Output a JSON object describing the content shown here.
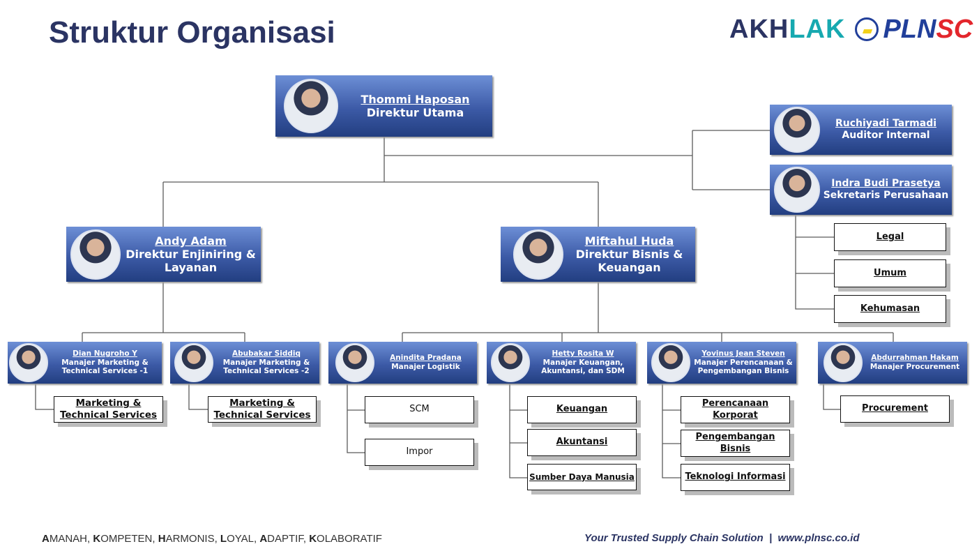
{
  "title": "Struktur Organisasi",
  "logo": {
    "akhlak_a": "AKH",
    "akhlak_b": "LAK",
    "pln": "PLN",
    "sc": "SC"
  },
  "people": {
    "dirut": {
      "name": "Thommi Haposan",
      "role": "Direktur Utama"
    },
    "auditor": {
      "name": "Ruchiyadi Tarmadi",
      "role": "Auditor Internal"
    },
    "sekper": {
      "name": "Indra Budi Prasetya",
      "role": "Sekretaris Perusahaan"
    },
    "dir1": {
      "name": "Andy Adam",
      "role": "Direktur Enjiniring & Layanan"
    },
    "dir2": {
      "name": "Miftahul Huda",
      "role": "Direktur Bisnis & Keuangan"
    },
    "m1": {
      "name": "Dian Nugroho Y",
      "role": "Manajer Marketing & Technical Services -1"
    },
    "m2": {
      "name": "Abubakar Siddiq",
      "role": "Manajer Marketing & Technical Services -2"
    },
    "m3": {
      "name": "Anindita Pradana",
      "role": "Manajer Logistik"
    },
    "m4": {
      "name": "Hetty Rosita W",
      "role": "Manajer Keuangan, Akuntansi, dan SDM"
    },
    "m5": {
      "name": "Yovinus Jean Steven",
      "role": "Manajer Perencanaan & Pengembangan Bisnis"
    },
    "m6": {
      "name": "Abdurrahman Hakam",
      "role": "Manajer Procurement"
    }
  },
  "units": {
    "legal": "Legal",
    "umum": "Umum",
    "kehumasan": "Kehumasan",
    "mts1": "Marketing & Technical Services",
    "mts2": "Marketing & Technical Services",
    "scm": "SCM",
    "impor": "Impor",
    "keuangan": "Keuangan",
    "akuntansi": "Akuntansi",
    "sdm": "Sumber Daya Manusia",
    "perencanaan": "Perencanaan Korporat",
    "pengembangan": "Pengembangan Bisnis",
    "ti": "Teknologi Informasi",
    "procurement": "Procurement"
  },
  "footer": {
    "values": [
      [
        "A",
        "MANAH, "
      ],
      [
        "K",
        "OMPETEN, "
      ],
      [
        "H",
        "ARMONIS, "
      ],
      [
        "L",
        "OYAL, "
      ],
      [
        "A",
        "DAPTIF, "
      ],
      [
        "K",
        "OLABORATIF"
      ]
    ],
    "tagline": "Your Trusted Supply Chain Solution  |  www.plnsc.co.id"
  }
}
